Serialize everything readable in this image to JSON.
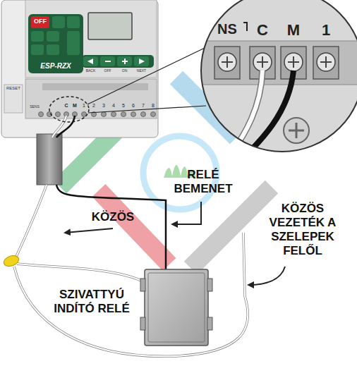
{
  "diagram": {
    "labels": [
      "OFF",
      "ESP-RZX",
      "BACK",
      "OFF",
      "ON",
      "NEXT",
      "RESET",
      "SENS",
      "C",
      "M",
      "1",
      "2",
      "3",
      "4",
      "5",
      "6",
      "7",
      "8",
      "NS",
      "C",
      "M",
      "1",
      "RELÉ BEMENET",
      "KÖZÖS",
      "KÖZÖS VEZETÉK A SZELEPEK FELŐL",
      "SZIVATTYÚ INDÍTÓ RELÉ"
    ]
  }
}
